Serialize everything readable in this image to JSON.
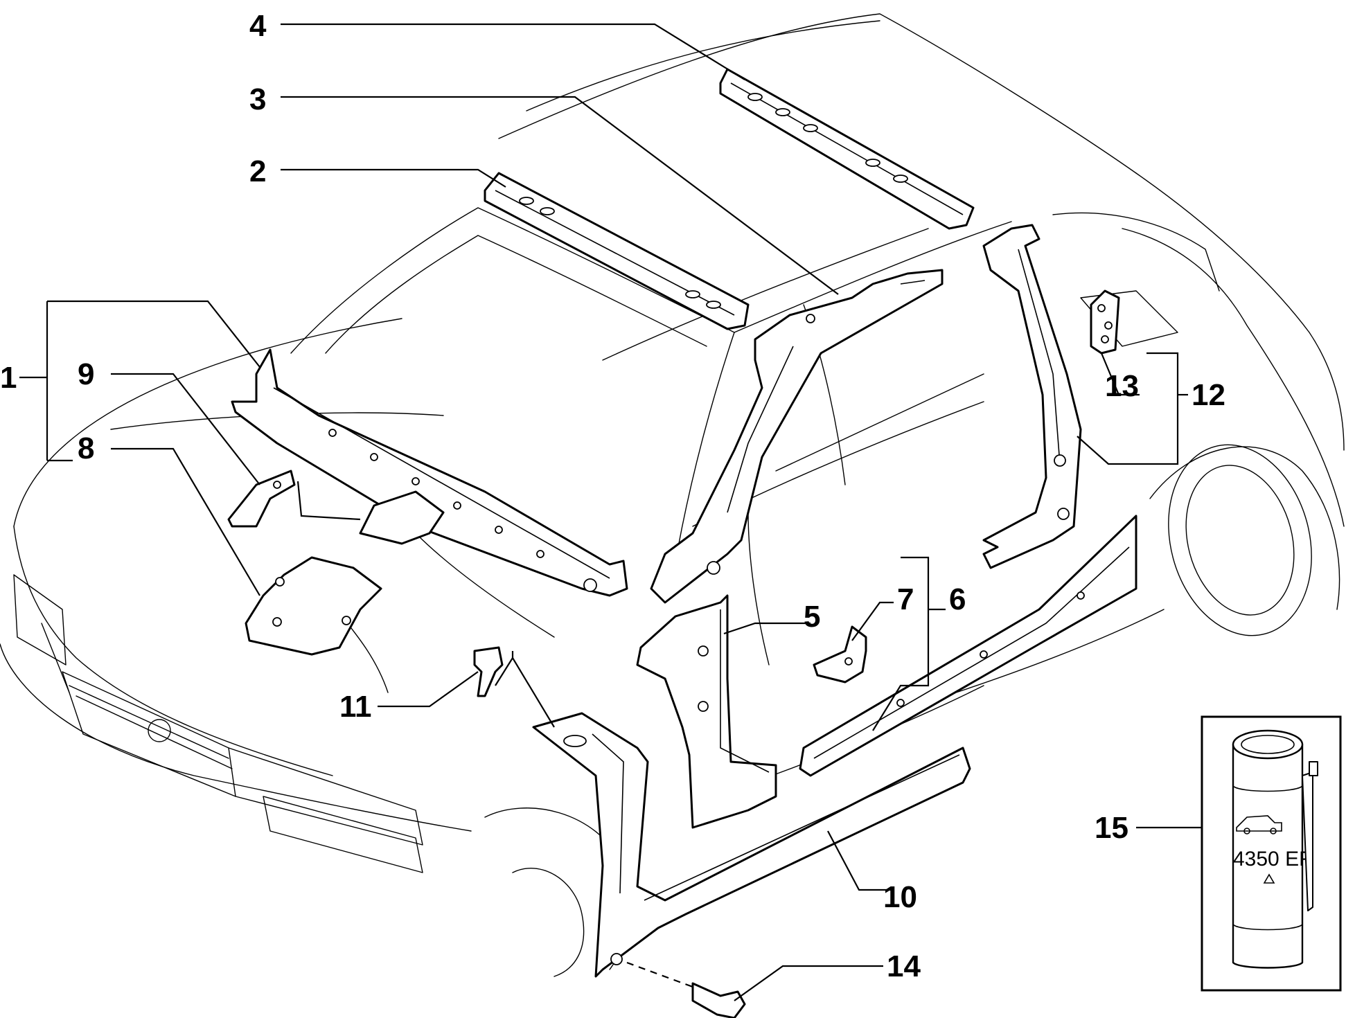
{
  "callouts": {
    "c1": "1",
    "c2": "2",
    "c3": "3",
    "c4": "4",
    "c5": "5",
    "c6": "6",
    "c7": "7",
    "c8": "8",
    "c9": "9",
    "c10": "10",
    "c11": "11",
    "c12": "12",
    "c13": "13",
    "c14": "14",
    "c15": "15"
  },
  "inset": {
    "can_label": "4350 EF"
  }
}
